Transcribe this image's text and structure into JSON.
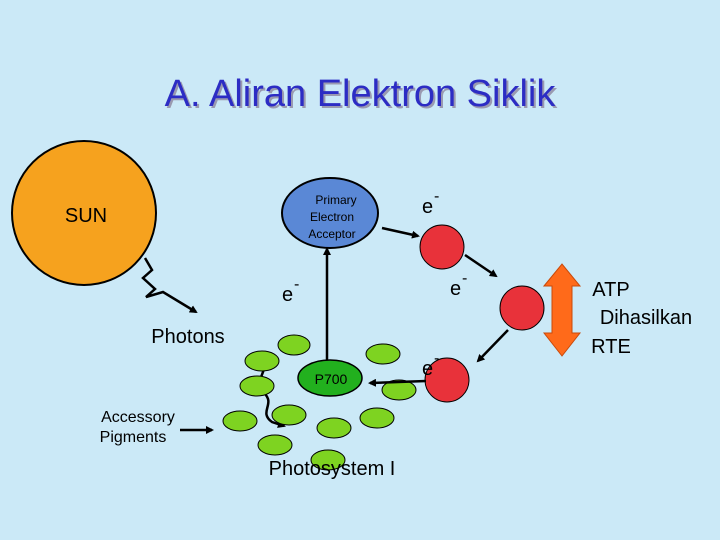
{
  "title": "A. Aliran Elektron Siklik",
  "labels": {
    "sun": "SUN",
    "photons": "Photons",
    "accessory_pigments_line1": "Accessory",
    "accessory_pigments_line2": "Pigments",
    "primary_acceptor_line1": "Primary",
    "primary_acceptor_line2": "Electron",
    "primary_acceptor_line3": "Acceptor",
    "p700": "P700",
    "photosystem": "Photosystem I",
    "electron": "e",
    "electron_charge": "-",
    "atp_line1": "ATP",
    "atp_line2": "Dihasilkan",
    "atp_line3": "RTE"
  },
  "colors": {
    "background": "#cbe9f7",
    "title": "#2c2cc4",
    "sun": "#f6a21e",
    "acceptor": "#5a88d6",
    "pigment": "#7ed321",
    "p700": "#22b01e",
    "carrier_red": "#e8323a",
    "arrow_orange": "#ff6a1a"
  },
  "icons": {
    "sun": "sun-circle",
    "photon": "wavy-arrow-icon",
    "electron_carrier": "red-circle"
  }
}
